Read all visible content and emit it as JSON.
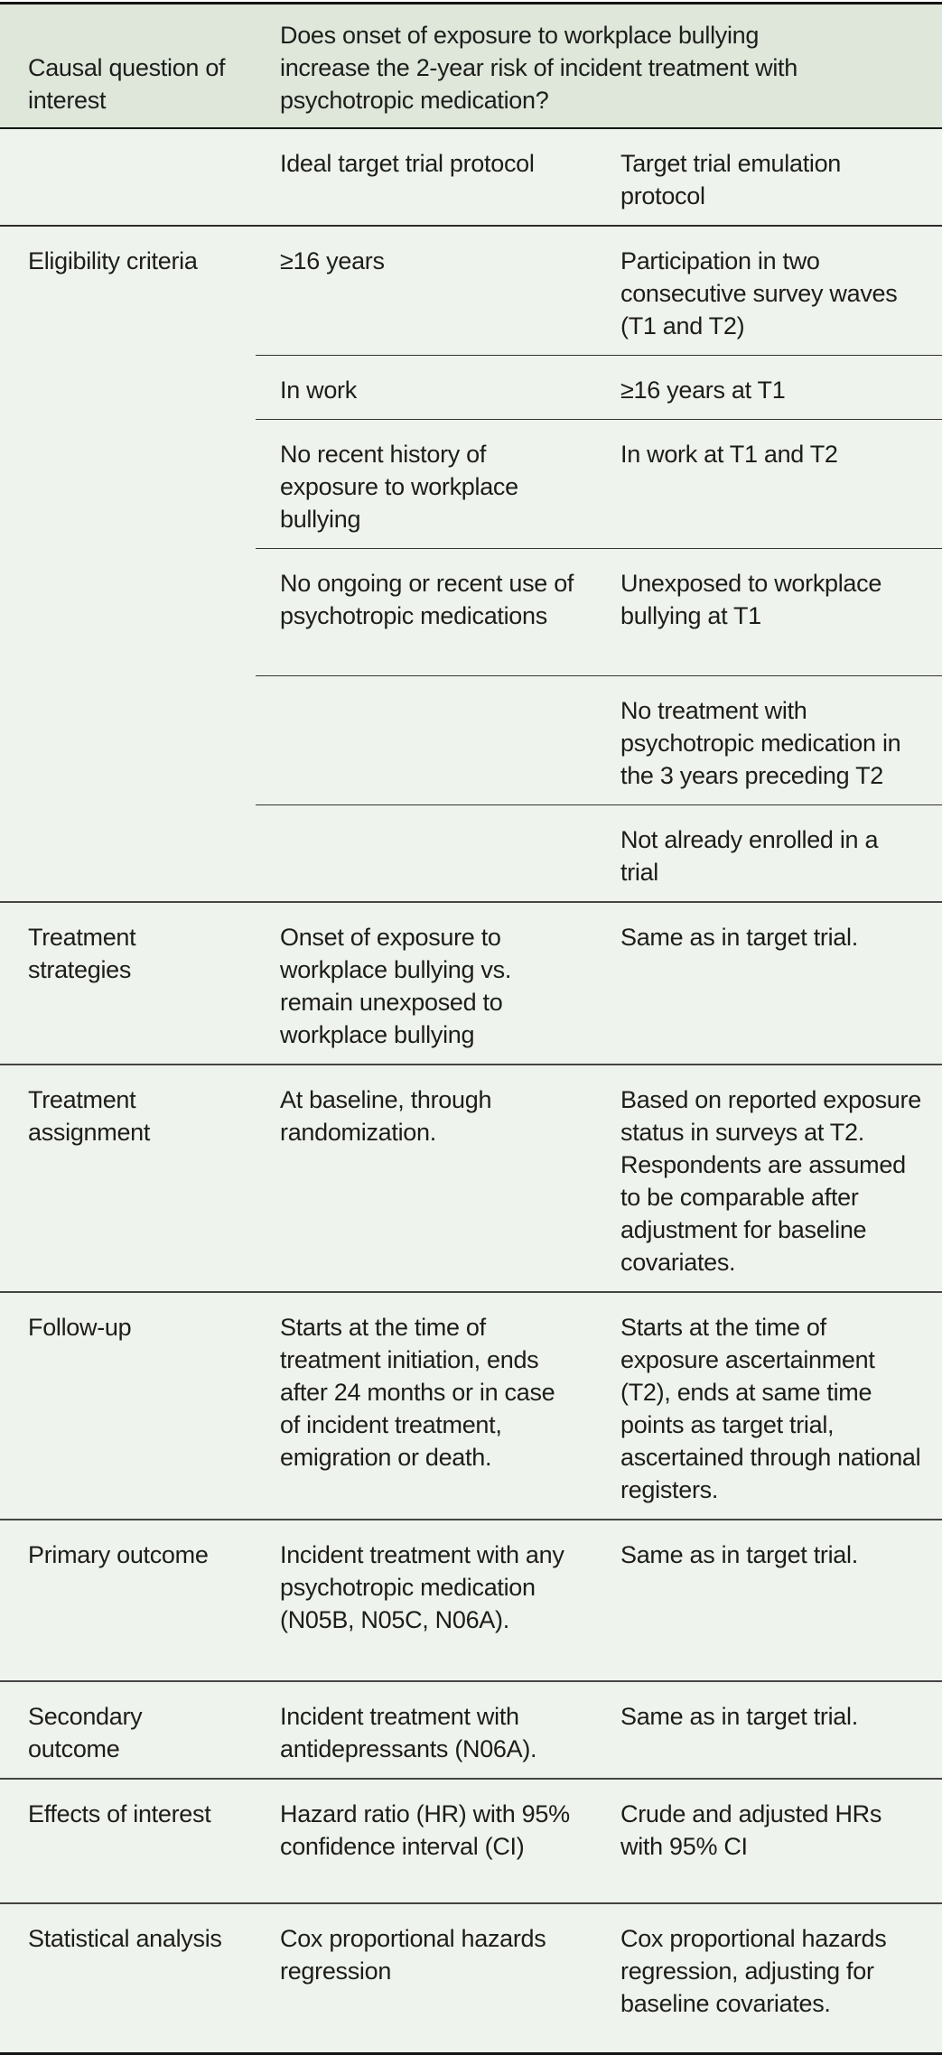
{
  "table": {
    "colors": {
      "header_background": "#dee7da",
      "body_background": "#eff3ed",
      "text": "#1d1d1b",
      "heavy_rule": "#141414",
      "row_rule": "#454545",
      "subrow_rule": "#333333"
    },
    "header": {
      "label": "Causal question of interest",
      "question": "Does onset of exposure to workplace bullying increase the 2-year risk of incident treatment with psychotropic medication?"
    },
    "columns": {
      "ideal": "Ideal target trial protocol",
      "emulation": "Target trial emulation protocol"
    },
    "rows": [
      {
        "label": "Eligibility criteria",
        "subrows": [
          {
            "ideal": "≥16 years",
            "emulation": "Participation in two consecutive survey waves (T1 and T2)"
          },
          {
            "ideal": "In work",
            "emulation": "≥16 years at T1"
          },
          {
            "ideal": "No recent history of exposure to workplace bullying",
            "emulation": "In work at T1 and T2"
          },
          {
            "ideal": "No ongoing or recent use of psychotropic medications",
            "emulation": "Unexposed to workplace bullying at T1"
          },
          {
            "ideal": "",
            "emulation": "No treatment with psychotropic medication in the 3 years preceding T2"
          },
          {
            "ideal": "",
            "emulation": "Not already enrolled in a trial"
          }
        ]
      },
      {
        "label": "Treatment strategies",
        "ideal": "Onset of exposure to workplace bullying vs. remain unexposed to workplace bullying",
        "emulation": "Same as in target trial."
      },
      {
        "label": "Treatment assignment",
        "ideal": "At baseline, through randomization.",
        "emulation": "Based on reported exposure status in surveys at T2. Respondents are assumed to be comparable after adjustment for baseline covariates."
      },
      {
        "label": "Follow-up",
        "ideal": "Starts at the time of treatment initiation, ends after 24 months or in case of incident treatment, emigration or death.",
        "emulation": "Starts at the time of exposure ascertainment (T2), ends at same time points as target trial, ascertained through national registers."
      },
      {
        "label": "Primary outcome",
        "ideal": "Incident treatment with any psychotropic medication (N05B, N05C, N06A).",
        "emulation": "Same as in target trial."
      },
      {
        "label": "Secondary outcome",
        "ideal": "Incident treatment with antidepressants (N06A).",
        "emulation": "Same as in target trial."
      },
      {
        "label": "Effects of interest",
        "ideal": "Hazard ratio (HR) with 95% confidence interval (CI)",
        "emulation": "Crude and adjusted HRs with 95% CI"
      },
      {
        "label": "Statistical analysis",
        "ideal": "Cox proportional hazards regression",
        "emulation": "Cox proportional hazards regression, adjusting for baseline covariates."
      }
    ]
  }
}
